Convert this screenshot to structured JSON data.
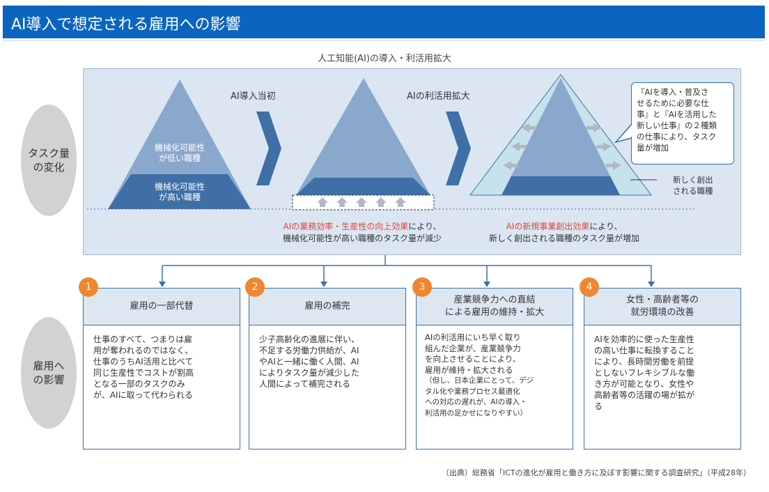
{
  "header": {
    "title": "AI導入で想定される雇用への影響"
  },
  "top_caption": "人工知能(AI)の導入・利活用拡大",
  "side_labels": {
    "task": [
      "タスク量",
      "の変化"
    ],
    "employment": [
      "雇用へ",
      "の影響"
    ]
  },
  "stages": {
    "initial": "AI導入当初",
    "expansion": "AIの利活用拡大"
  },
  "pyramid1": {
    "upper": [
      "機械化可能性",
      "が低い職種"
    ],
    "lower": [
      "機械化可能性",
      "が高い職種"
    ]
  },
  "effects": {
    "left": {
      "highlight": "AIの業務効率・生産性の向上効果",
      "rest1": "により、",
      "line2": "機械化可能性が高い職種のタスク量が減少"
    },
    "right": {
      "highlight": "AIの新規事業創出効果",
      "rest1": "により、",
      "line2": "新しく創出される職種のタスク量が増加"
    }
  },
  "callout": [
    "『AIを導入・普及さ",
    "せるために必要な仕",
    "事』と『AIを活用した",
    "新しい仕事』の２種類",
    "の仕事により、タスク",
    "量が増加"
  ],
  "new_jobs_label": [
    "新しく創出",
    "される職種"
  ],
  "cards": [
    {
      "number": "1",
      "title": [
        "雇用の一部代替"
      ],
      "body": [
        "仕事のすべて、つまりは雇",
        "用が奪われるのではなく、",
        "仕事のうちAI活用と比べて",
        "同じ生産性でコストが割高",
        "となる一部のタスクのみ",
        "が、AIに取って代わられる"
      ]
    },
    {
      "number": "2",
      "title": [
        "雇用の補完"
      ],
      "body": [
        "少子高齢化の進展に伴い、",
        "不足する労働力供給が、AI",
        "やAIと一緒に働く人間、AI",
        "によりタスク量が減少した",
        "人間によって補完される"
      ]
    },
    {
      "number": "3",
      "title": [
        "産業競争力への直結",
        "による雇用の維持・拡大"
      ],
      "body": [
        "AIの利活用にいち早く取り",
        "組んだ企業が、産業競争力",
        "を向上させることにより、",
        "雇用が維持・拡大される",
        "（但し、日本企業にとって、デジ",
        "タル化や業務プロセス最適化",
        "への対応の遅れが、AIの導入・",
        "利活用の足かせになりやすい）"
      ]
    },
    {
      "number": "4",
      "title": [
        "女性・高齢者等の",
        "就労環境の改善"
      ],
      "body": [
        "AIを効率的に使った生産性",
        "の高い仕事に転換すること",
        "により、長時間労働を前提",
        "としないフレキシブルな働",
        "き方が可能となり、女性や",
        "高齢者等の活躍の場が拡が",
        "る"
      ]
    }
  ],
  "source": "（出典）総務省「ICTの進化が雇用と働き方に及ぼす影響に関する調査研究」（平成28年）",
  "colors": {
    "header": "#0b64c0",
    "pyramid_dark": "#3f6fa6",
    "pyramid_light": "#8aa8cc",
    "accent_red": "#e0443e",
    "badge": "#f0862f"
  }
}
